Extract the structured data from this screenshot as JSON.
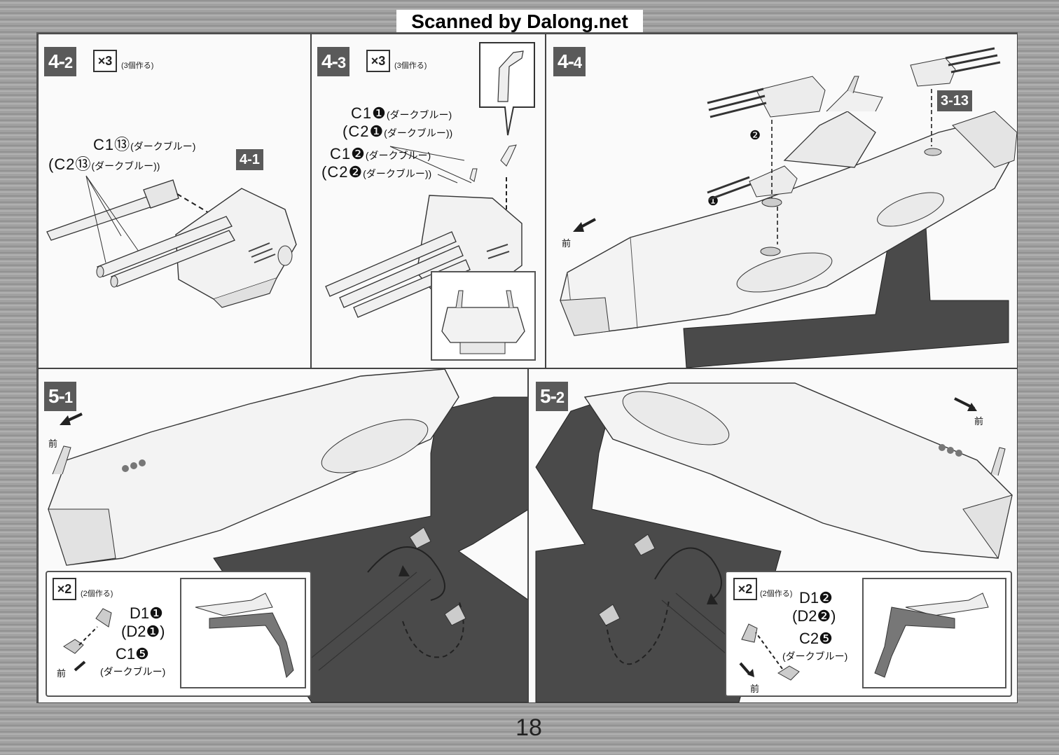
{
  "scanner_credit": "Scanned by Dalong.net",
  "page_number": "18",
  "front": "前",
  "steps": {
    "s4_2": {
      "badge": "4-",
      "badge_sub": "2",
      "mult": "×3",
      "mult_note": "(3個作る)",
      "ref": "4-1",
      "labels": [
        {
          "code": "C1⑬",
          "color": "(ダークブルー)"
        },
        {
          "code": "(C2⑬",
          "color": "(ダークブルー))"
        }
      ]
    },
    "s4_3": {
      "badge": "4-",
      "badge_sub": "3",
      "mult": "×3",
      "mult_note": "(3個作る)",
      "labels": [
        {
          "code": "C1❶",
          "color": "(ダークブルー)"
        },
        {
          "code": "(C2❶",
          "color": "(ダークブルー))"
        },
        {
          "code": "C1❷",
          "color": "(ダークブルー)"
        },
        {
          "code": "(C2❷",
          "color": "(ダークブルー))"
        }
      ]
    },
    "s4_4": {
      "badge": "4-",
      "badge_sub": "4",
      "ref": "3-13",
      "markers": [
        "❶",
        "❷"
      ]
    },
    "s5_1": {
      "badge": "5-",
      "badge_sub": "1",
      "mult": "×2",
      "mult_note": "(2個作る)",
      "labels": [
        {
          "code": "D1❶",
          "color": ""
        },
        {
          "code": "(D2❶)",
          "color": ""
        },
        {
          "code": "C1❺",
          "color": "(ダークブルー)"
        }
      ]
    },
    "s5_2": {
      "badge": "5-",
      "badge_sub": "2",
      "mult": "×2",
      "mult_note": "(2個作る)",
      "labels": [
        {
          "code": "D1❷",
          "color": ""
        },
        {
          "code": "(D2❷)",
          "color": ""
        },
        {
          "code": "C2❺",
          "color": "(ダークブルー)"
        }
      ]
    }
  }
}
